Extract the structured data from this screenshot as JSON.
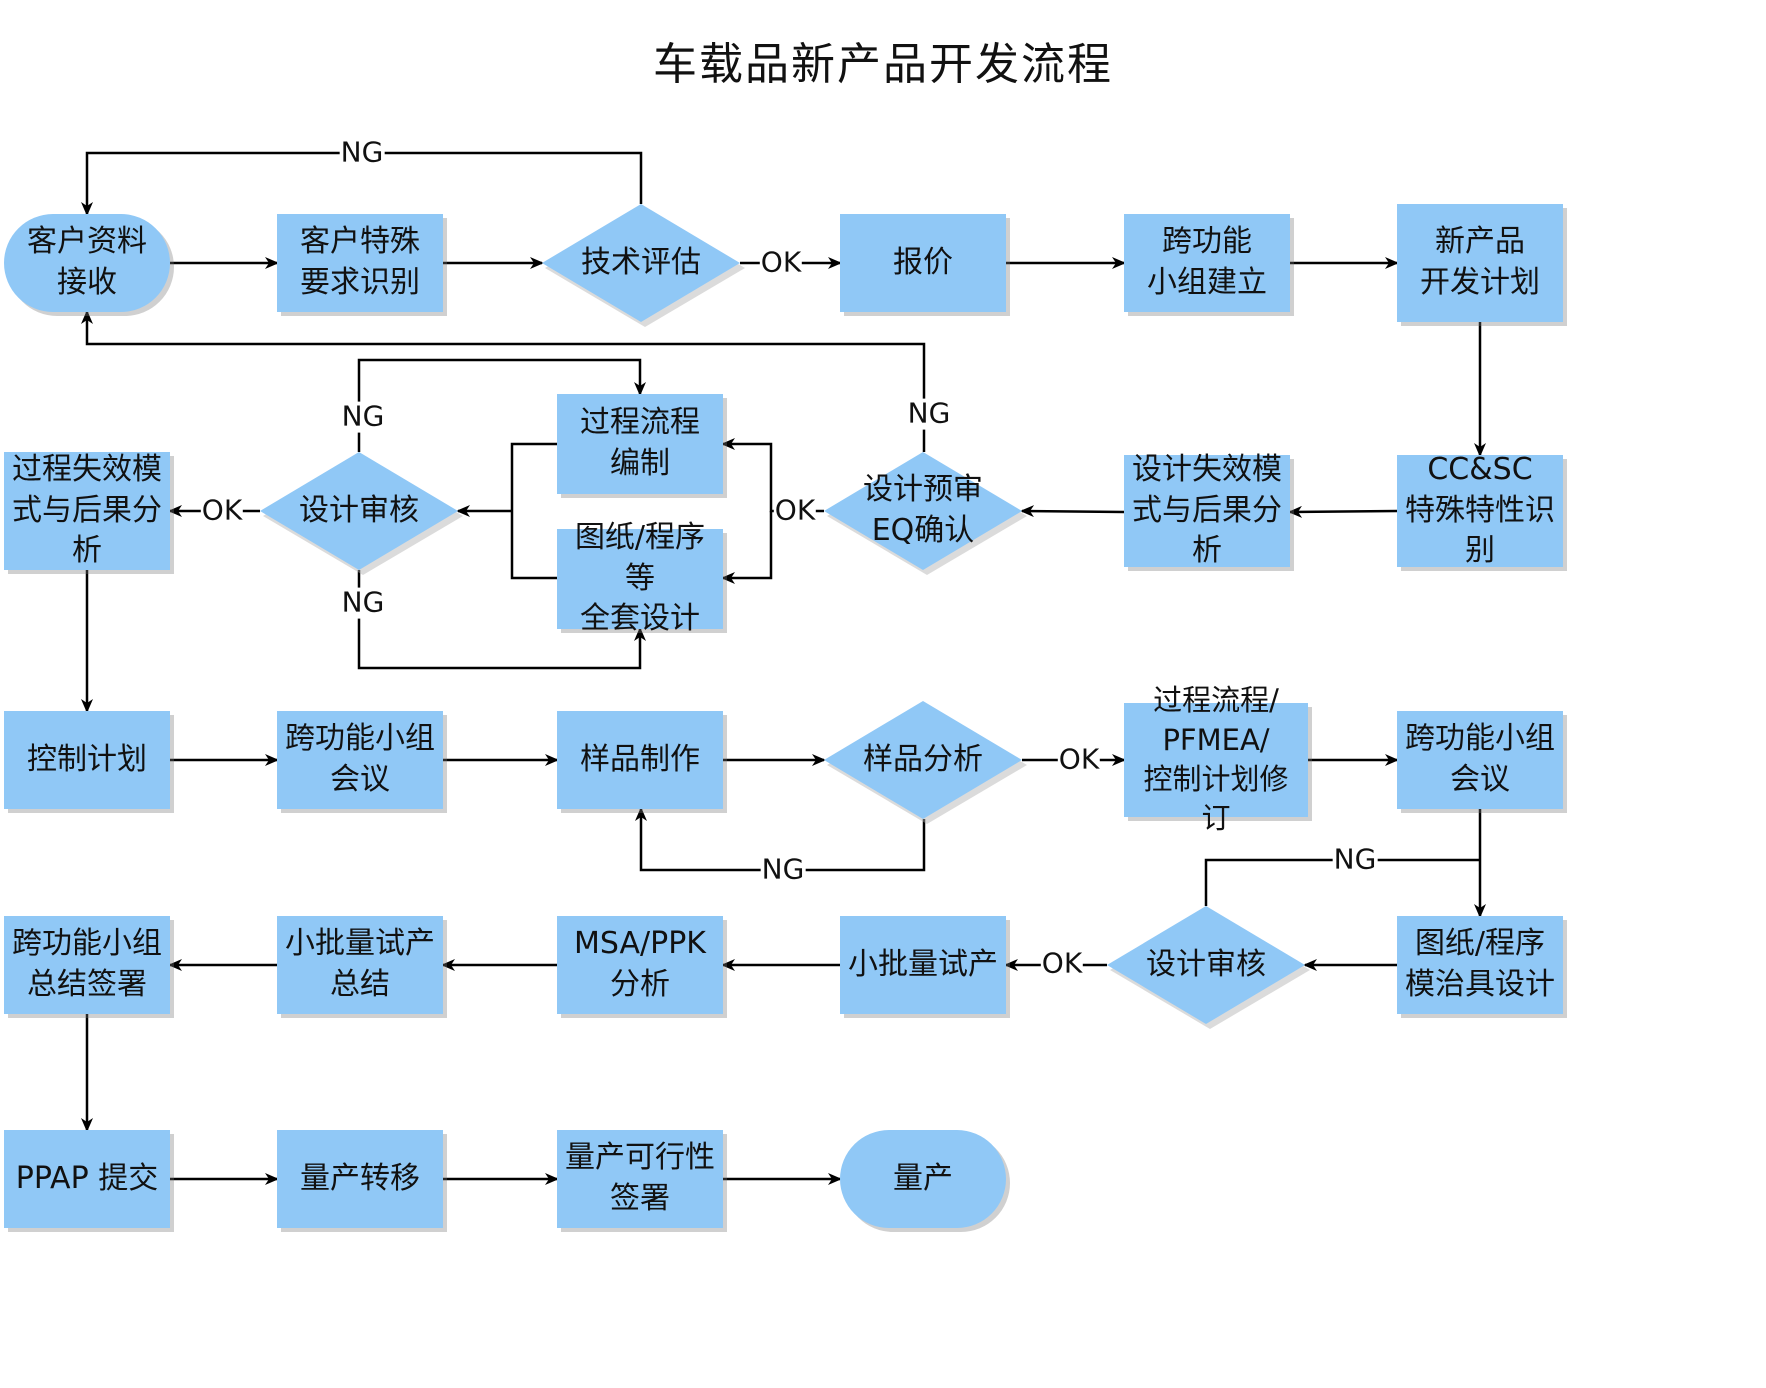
{
  "title": "车载品新产品开发流程",
  "colors": {
    "node_fill": "#90c8f6",
    "line": "#000000",
    "shadow": "#b0b0b0"
  },
  "nodes": {
    "n1": "客户资料\n接收",
    "n2": "客户特殊\n要求识别",
    "n3": "技术评估",
    "n4": "报价",
    "n5": "跨功能\n小组建立",
    "n6": "新产品\n开发计划",
    "n7": "CC&SC\n特殊特性识\n别",
    "n8": "设计失效模\n式与后果分\n析",
    "n9": "设计预审\nEQ确认",
    "n10": "过程流程\n编制",
    "n11": "图纸/程序等\n全套设计",
    "n12": "设计审核",
    "n13": "过程失效模\n式与后果分\n析",
    "n14": "控制计划",
    "n15": "跨功能小组\n会议",
    "n16": "样品制作",
    "n17": "样品分析",
    "n18": "过程流程/\nPFMEA/\n控制计划修订",
    "n19": "跨功能小组\n会议",
    "n20": "图纸/程序\n模治具设计",
    "n21": "设计审核",
    "n22": "小批量试产",
    "n23": "MSA/PPK\n分析",
    "n24": "小批量试产\n总结",
    "n25": "跨功能小组\n总结签署",
    "n26": "PPAP 提交",
    "n27": "量产转移",
    "n28": "量产可行性\n签署",
    "n29": "量产"
  },
  "edge_labels": {
    "ng": "NG",
    "ok": "OK"
  }
}
